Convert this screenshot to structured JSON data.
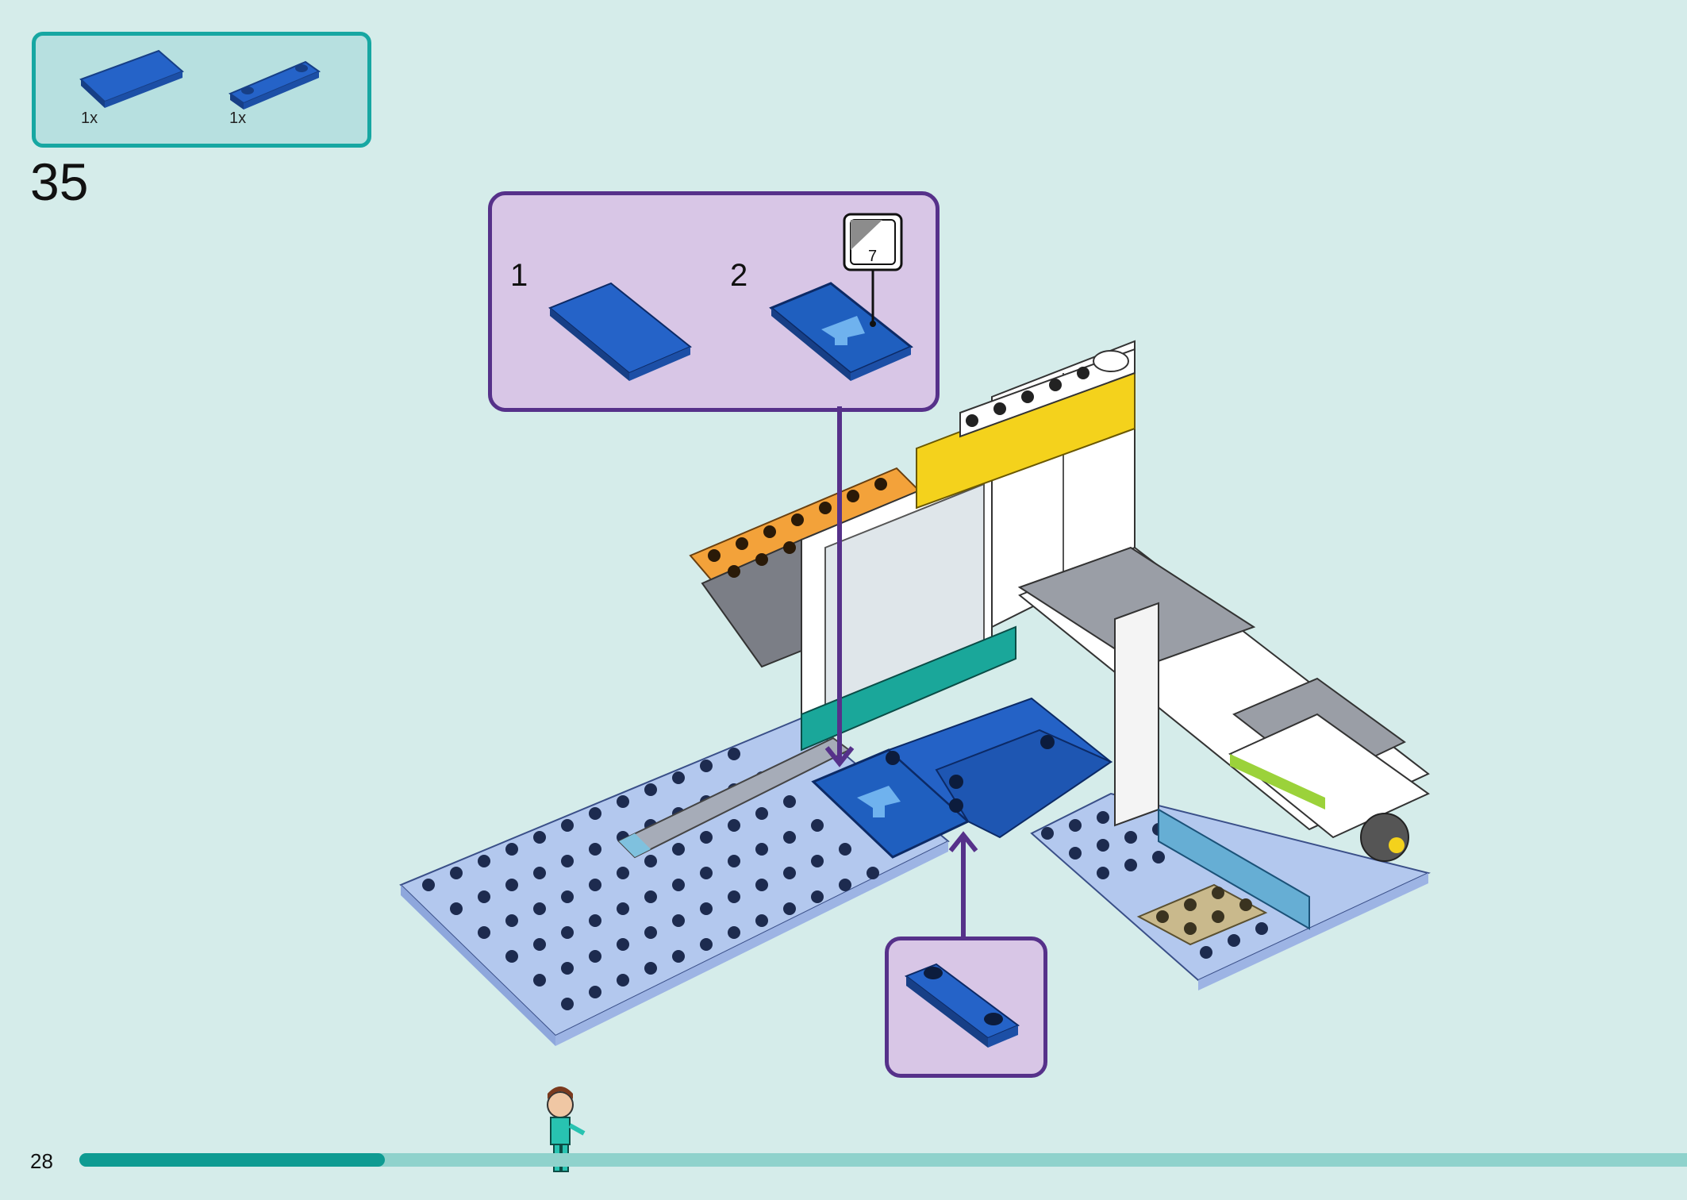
{
  "parts": {
    "items": [
      {
        "name": "blue-2x4-tile",
        "qty": "1x"
      },
      {
        "name": "blue-1x4-plate-with-2-studs",
        "qty": "1x"
      }
    ]
  },
  "step": {
    "number": "35"
  },
  "callout_main": {
    "sub1": "1",
    "sub2": "2",
    "sticker_number": "7"
  },
  "page": {
    "number": "28",
    "progress": 0.19
  },
  "colors": {
    "background": "#d5ecea",
    "panel_border": "#17a7a2",
    "callout_border": "#56318a",
    "callout_fill": "#d8c6e6",
    "brick_blue": "#1f5fbf",
    "baseplate": "#b3c8ee",
    "progress_fill": "#0e9b92",
    "progress_track": "#8fd2cc"
  }
}
